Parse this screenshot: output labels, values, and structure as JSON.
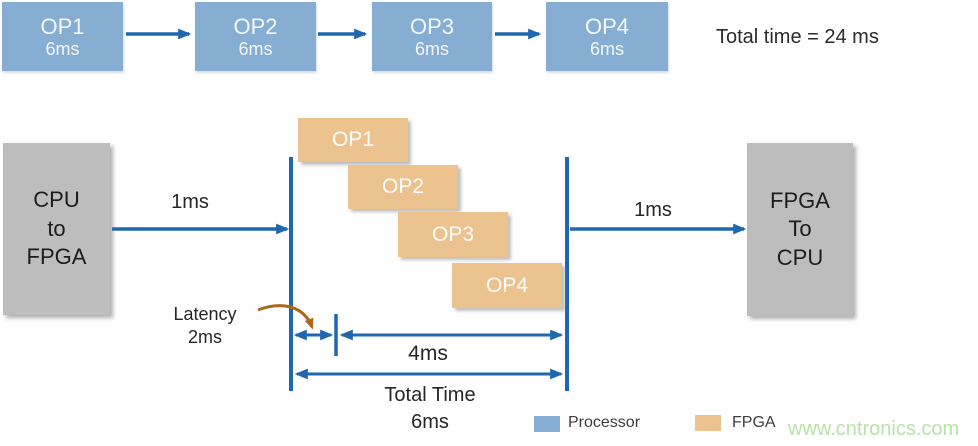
{
  "sequential": {
    "ops": [
      {
        "name": "OP1",
        "duration": "6ms"
      },
      {
        "name": "OP2",
        "duration": "6ms"
      },
      {
        "name": "OP3",
        "duration": "6ms"
      },
      {
        "name": "OP4",
        "duration": "6ms"
      }
    ],
    "total_label": "Total time = 24 ms"
  },
  "pipelined": {
    "input_box": "CPU\nto\nFPGA",
    "output_box": "FPGA\nTo\nCPU",
    "input_transfer": "1ms",
    "output_transfer": "1ms",
    "ops": [
      "OP1",
      "OP2",
      "OP3",
      "OP4"
    ],
    "latency": "Latency\n2ms",
    "pipeline_span": "4ms",
    "total": "Total Time\n6ms"
  },
  "legend": {
    "processor_label": "Processor",
    "fpga_label": "FPGA"
  },
  "watermark": "www.cntronics.com",
  "colors": {
    "processor_blue": "#86aed3",
    "fpga_orange": "#ecc28f",
    "arrow_blue": "#1f67ae",
    "gray_box": "#bdbdbd",
    "latency_pointer_brown": "#a96a1e",
    "watermark_green": "#b7e3a7"
  }
}
